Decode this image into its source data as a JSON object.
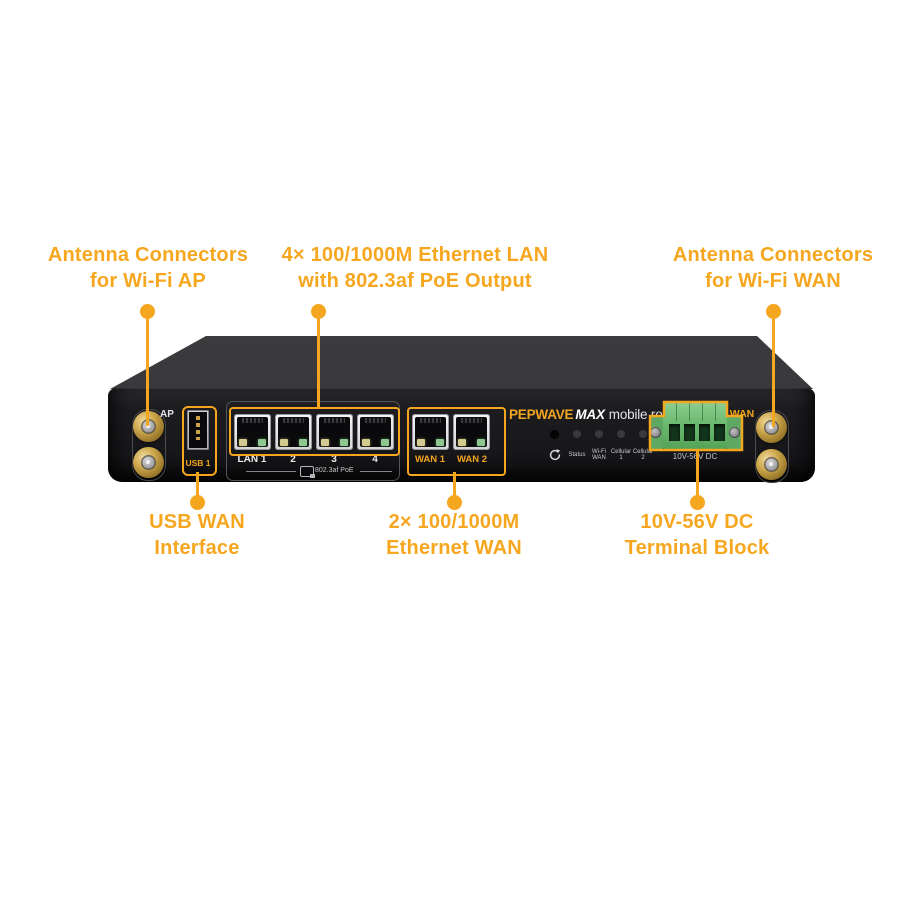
{
  "colors": {
    "accent": "#F5A61F",
    "chassis_dark": "#1a1a1c",
    "terminal_green": "#6cba70",
    "gold_connector": "#c8a24d",
    "led_amber": "#d2ca8e",
    "led_green": "#8fc791"
  },
  "callouts": [
    {
      "id": "antenna-wifi-ap",
      "lines": [
        "Antenna Connectors",
        "for Wi-Fi AP"
      ]
    },
    {
      "id": "ethernet-lan",
      "lines": [
        "4× 100/1000M Ethernet LAN",
        "with 802.3af PoE Output"
      ]
    },
    {
      "id": "antenna-wifi-wan",
      "lines": [
        "Antenna Connectors",
        "for Wi-Fi WAN"
      ]
    },
    {
      "id": "usb-wan",
      "lines": [
        "USB WAN",
        "Interface"
      ]
    },
    {
      "id": "ethernet-wan",
      "lines": [
        "2× 100/1000M",
        "Ethernet WAN"
      ]
    },
    {
      "id": "dc-terminal",
      "lines": [
        "10V-56V DC",
        "Terminal Block"
      ]
    }
  ],
  "device": {
    "brand": {
      "name": "PEPWAVE",
      "model": "MAX",
      "tagline": "mobile router"
    },
    "labels": {
      "ap": "AP",
      "wan_antenna": "WAN",
      "usb": "USB 1",
      "poe": "802.3af PoE",
      "dc": "10V-56V DC"
    },
    "lan_labels": [
      "LAN 1",
      "2",
      "3",
      "4"
    ],
    "wan_labels": [
      "WAN 1",
      "WAN 2"
    ],
    "indicators": [
      [
        "Status",
        ""
      ],
      [
        "Wi-Fi",
        "WAN"
      ],
      [
        "Cellular",
        "1"
      ],
      [
        "Cellular",
        "2"
      ]
    ],
    "icons": {
      "reset": "reset-icon",
      "poe": "poe-device-icon"
    }
  }
}
